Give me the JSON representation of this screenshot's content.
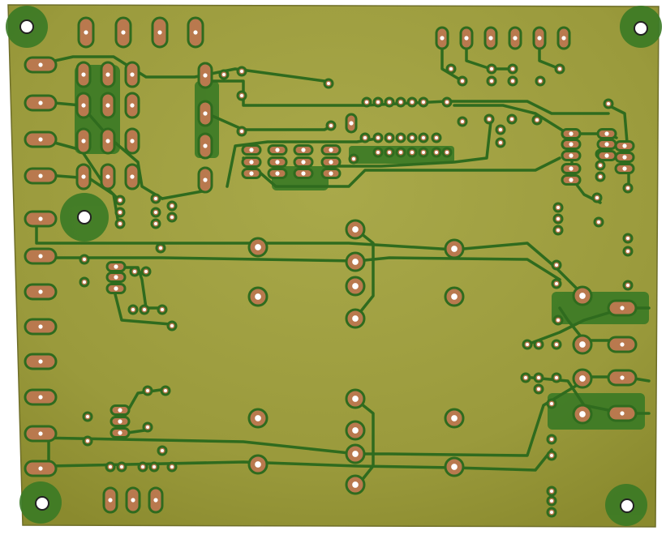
{
  "board": {
    "description_visible_text": "",
    "colors": {
      "board": "#9a9a3c",
      "board_light": "#a9a94a",
      "board_dark": "#8a8a2e",
      "trace": "#2f6b1e",
      "trace_fill": "#3a7a25",
      "pad": "#b9794e",
      "pad_edge": "#2f6b1e",
      "hole": "#ffffff",
      "edge_stroke": "#6e6e28"
    }
  },
  "components": {
    "mounting_holes": [
      "top-left",
      "top-right",
      "bottom-left",
      "bottom-right",
      "left-mid"
    ],
    "left_connector_pads_count": 12,
    "top_pads_count": 4
  }
}
